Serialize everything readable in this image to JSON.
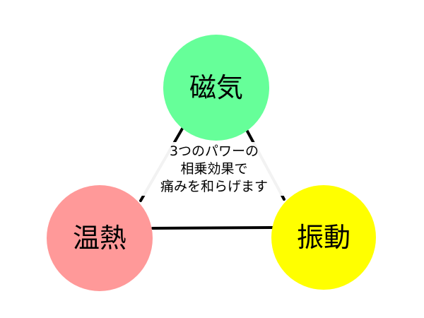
{
  "nodes": {
    "magnetism": {
      "label": "磁気",
      "color": "#66ff99"
    },
    "heat": {
      "label": "温熱",
      "color": "#ff9999"
    },
    "vibration": {
      "label": "振動",
      "color": "#ffff00"
    }
  },
  "caption": {
    "lines": [
      "3つのパワーの",
      "相乗効果で",
      "痛みを和らげます"
    ]
  },
  "connector_color": "#000000"
}
